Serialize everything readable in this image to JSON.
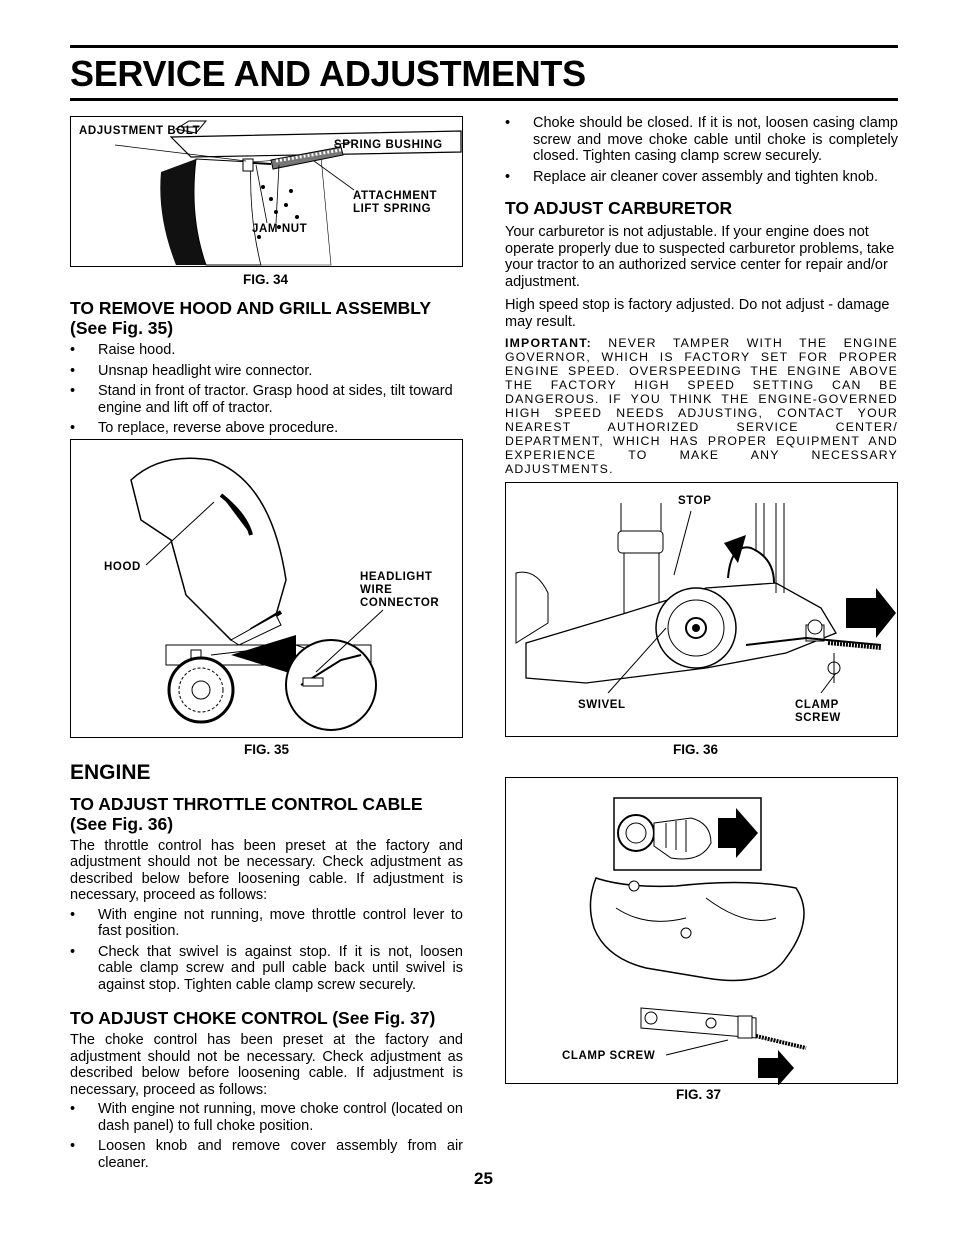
{
  "page": {
    "title": "SERVICE AND ADJUSTMENTS",
    "page_number": "25"
  },
  "fig34": {
    "caption": "FIG. 34",
    "labels": {
      "adjustment_bolt": "ADJUSTMENT BOLT",
      "spring_bushing": "SPRING  BUSHING",
      "attachment_lift_spring": "ATTACHMENT LIFT  SPRING",
      "jam_nut": "JAM  NUT"
    }
  },
  "hood_section": {
    "heading": "TO REMOVE HOOD AND GRILL ASSEMBLY (See Fig. 35)",
    "bullets": [
      "Raise hood.",
      "Unsnap headlight wire connector.",
      "Stand in front of tractor.  Grasp hood at sides, tilt toward engine and lift off of tractor.",
      "To replace, reverse above procedure."
    ]
  },
  "fig35": {
    "caption": "FIG. 35",
    "labels": {
      "hood": "HOOD",
      "headlight_wire_connector": "HEADLIGHT WIRE CONNECTOR"
    }
  },
  "engine_section": {
    "heading": "ENGINE",
    "throttle_heading": "TO  ADJUST  THROTTLE  CONTROL  CABLE (See Fig. 36)",
    "throttle_intro": "The throttle control has been preset at the factory and adjustment should not be necessary. Check adjustment as described below before loosening cable.  If adjustment is necessary, proceed as follows:",
    "throttle_bullets": [
      "With engine not running, move throttle control lever  to fast position.",
      "Check that swivel is against stop. If it is not, loosen cable clamp screw and pull cable back until swivel is against stop. Tighten cable clamp screw securely."
    ],
    "choke_heading": "TO ADJUST CHOKE CONTROL (See Fig. 37)",
    "choke_intro": "The choke control has been preset at the factory and adjustment should not be necessary. Check adjustment as described below before loosening cable.  If adjustment is necessary, proceed as follows:",
    "choke_bullets": [
      "With engine not running, move choke control (located on dash panel) to full choke position.",
      "Loosen knob and remove cover assembly from air cleaner."
    ]
  },
  "right_column": {
    "choke_bullets_cont": [
      "Choke should be closed. If it is not, loosen casing clamp screw and move choke cable until choke is completely closed. Tighten casing clamp screw securely.",
      "Replace air cleaner cover assembly and tighten knob."
    ],
    "carb_heading": "TO  ADJUST  CARBURETOR",
    "carb_p1": "Your carburetor is not adjustable. If your engine does not operate properly due to suspected carburetor problems, take your tractor to an authorized service center for repair and/or adjustment.",
    "carb_p2": "High speed stop is factory adjusted.  Do not adjust - damage may result.",
    "important_label": "IMPORTANT:",
    "important_text": "NEVER TAMPER WITH THE ENGINE GOVERNOR, WHICH IS FACTORY SET FOR PROPER ENGINE SPEED.  OVERSPEEDING THE ENGINE ABOVE THE FACTORY HIGH SPEED SETTING CAN BE DANGEROUS.  IF YOU THINK THE ENGINE-GOVERNED HIGH SPEED NEEDS ADJUSTING, CONTACT YOUR NEAREST AUTHORIZED SERVICE CENTER/ DEPARTMENT, WHICH HAS PROPER EQUIPMENT AND EXPERIENCE TO MAKE ANY NECESSARY ADJUSTMENTS."
  },
  "fig36": {
    "caption": "FIG.  36",
    "labels": {
      "stop": "STOP",
      "swivel": "SWIVEL",
      "clamp_screw": "CLAMP SCREW"
    }
  },
  "fig37": {
    "caption": "FIG. 37",
    "labels": {
      "clamp_screw": "CLAMP  SCREW"
    }
  }
}
